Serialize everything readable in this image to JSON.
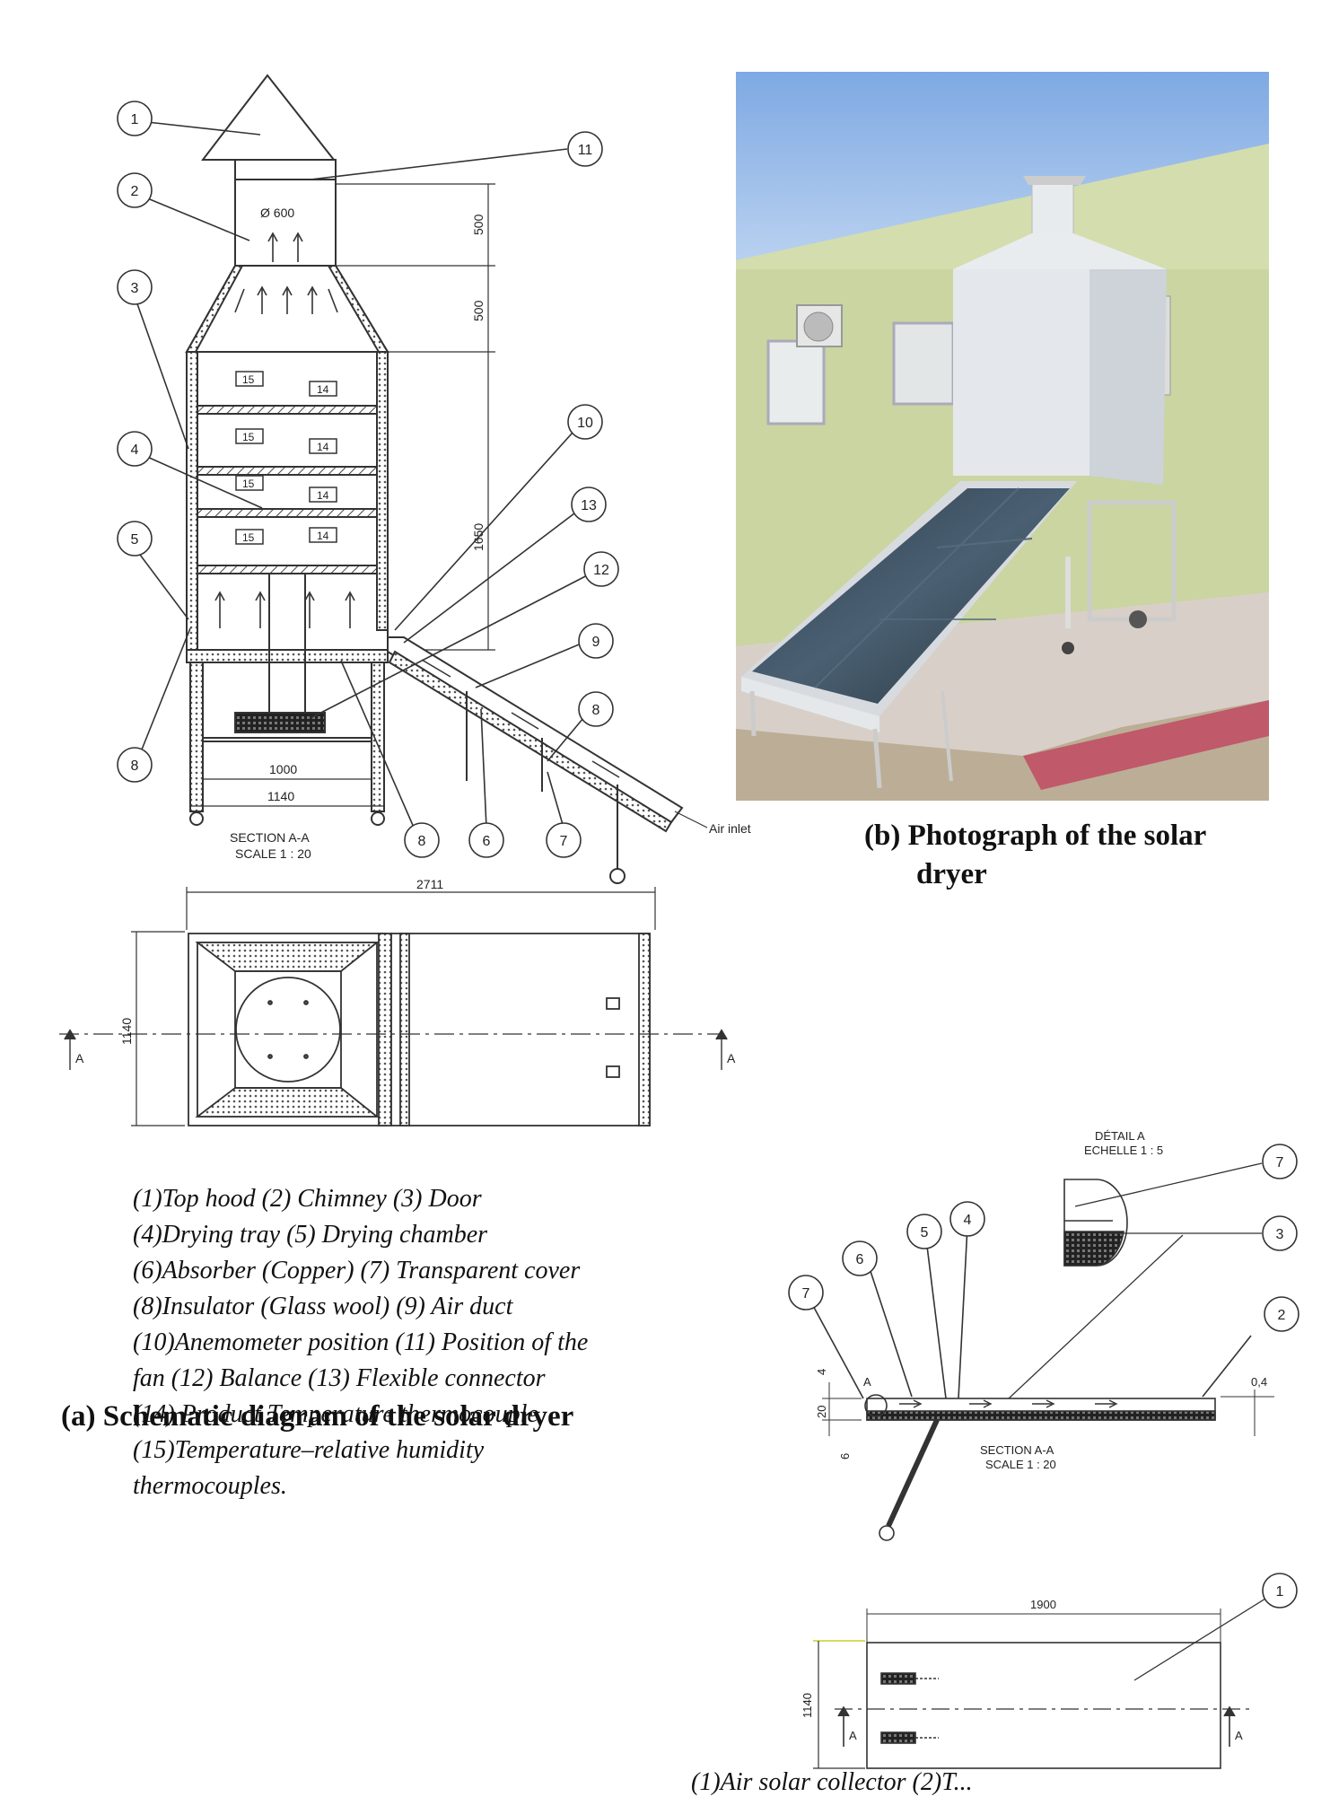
{
  "figure_a": {
    "caption": "(a) Schematic diagram of the solar dryer",
    "legend_lines": [
      "(1)Top hood (2) Chimney (3) Door",
      "(4)Drying tray (5) Drying chamber",
      "(6)Absorber (Copper) (7) Transparent cover",
      "(8)Insulator (Glass wool) (9) Air duct",
      "(10)Anemometer position (11) Position of the",
      "fan (12) Balance (13) Flexible connector",
      "(14) Product Temperature thermocouple",
      "(15)Temperature–relative humidity",
      "thermocouples."
    ],
    "section_title": "SECTION A-A",
    "section_scale": "SCALE 1 : 20",
    "air_inlet": "Air inlet",
    "dimensions": {
      "d_chimney": "Ø 600",
      "h_chimney": "500",
      "h_hood": "500",
      "h_chamber": "1650",
      "w_inner": "1000",
      "w_outer": "1140",
      "length_total": "2711",
      "plan_width": "1140"
    },
    "callouts": [
      "1",
      "2",
      "3",
      "4",
      "5",
      "8",
      "11",
      "10",
      "13",
      "12",
      "9",
      "8",
      "8",
      "6",
      "7"
    ],
    "tray_label_sensor": "15",
    "tray_label_product": "14",
    "plan_section_mark": "A"
  },
  "figure_b": {
    "caption_line1": "(b) Photograph of the solar",
    "caption_line2": "dryer"
  },
  "figure_c": {
    "detail_title": "DÉTAIL A",
    "detail_scale": "ECHELLE 1 : 5",
    "section_title": "SECTION A-A",
    "section_scale": "SCALE 1 : 20",
    "detail_mark": "A",
    "dimensions": {
      "d4": "4",
      "d20": "20",
      "d6": "6",
      "d04": "0,4",
      "length": "1900",
      "width": "1140"
    },
    "callouts": [
      "7",
      "3",
      "6",
      "5",
      "4",
      "7",
      "2",
      "1"
    ],
    "legend_partial": "(1)Air solar collector   (2)T..."
  },
  "colors": {
    "line": "#333333",
    "sky": "#8fb4e6",
    "wall": "#cfd9a8",
    "panel": "#35495a",
    "metal": "#d8dde2",
    "ground": "#b8a78e",
    "curb": "#b85060"
  }
}
